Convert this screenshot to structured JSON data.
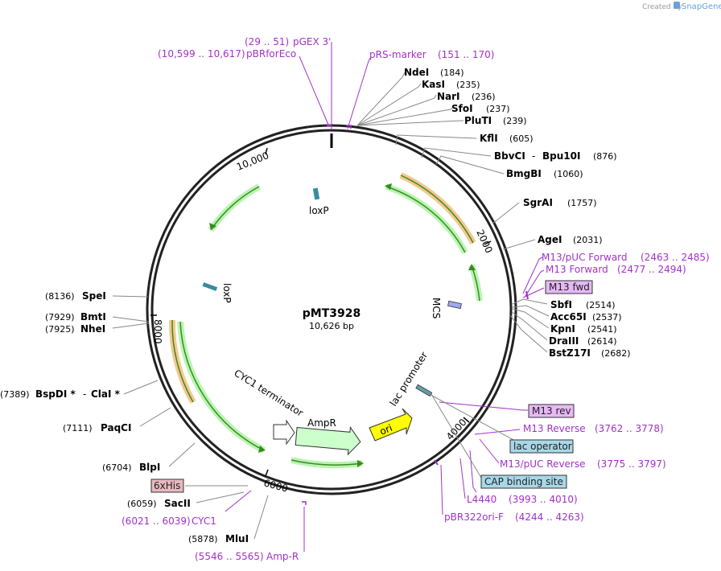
{
  "credit": {
    "prefix": "Created by",
    "brand": "SnapGene"
  },
  "plasmid": {
    "name": "pMT3928",
    "size": "10,626 bp"
  },
  "ticks": [
    "10,000",
    "2000",
    "4000",
    "6000",
    "8000"
  ],
  "enzymes": {
    "ndei": {
      "name": "NdeI",
      "pos": "(184)"
    },
    "kasi": {
      "name": "KasI",
      "pos": "(235)"
    },
    "nari": {
      "name": "NarI",
      "pos": "(236)"
    },
    "sfoi": {
      "name": "SfoI",
      "pos": "(237)"
    },
    "pluti": {
      "name": "PluTI",
      "pos": "(239)"
    },
    "kfli": {
      "name": "KflI",
      "pos": "(605)"
    },
    "bbvci": {
      "name": "BbvCI",
      "sep": "-",
      "name2": "Bpu10I",
      "pos": "(876)"
    },
    "bmgbi": {
      "name": "BmgBI",
      "pos": "(1060)"
    },
    "sgrai": {
      "name": "SgrAI",
      "pos": "(1757)"
    },
    "agei": {
      "name": "AgeI",
      "pos": "(2031)"
    },
    "sbfi": {
      "name": "SbfI",
      "pos": "(2514)"
    },
    "acc65i": {
      "name": "Acc65I",
      "pos": "(2537)"
    },
    "kpni": {
      "name": "KpnI",
      "pos": "(2541)"
    },
    "draiii": {
      "name": "DraIII",
      "pos": "(2614)"
    },
    "bstz17i": {
      "name": "BstZ17I",
      "pos": "(2682)"
    },
    "spei": {
      "name": "SpeI",
      "pos": "(8136)"
    },
    "bmti": {
      "name": "BmtI",
      "pos": "(7929)"
    },
    "nhei": {
      "name": "NheI",
      "pos": "(7925)"
    },
    "bspdi": {
      "name": "BspDI *",
      "sep": "-",
      "name2": "ClaI *",
      "pos": "(7389)"
    },
    "paqci": {
      "name": "PaqCI",
      "pos": "(7111)"
    },
    "blpi": {
      "name": "BlpI",
      "pos": "(6704)"
    },
    "sacii": {
      "name": "SacII",
      "pos": "(6059)"
    },
    "mlui": {
      "name": "MluI",
      "pos": "(5878)"
    }
  },
  "primers": {
    "pgex": {
      "range": "(29 .. 51)",
      "name": "pGEX 3'"
    },
    "pbrforeco": {
      "range": "(10,599 .. 10,617)",
      "name": "pBRforEco"
    },
    "prsmarker": {
      "name": "pRS-marker",
      "range": "(151 .. 170)"
    },
    "m13pucfwd": {
      "name": "M13/pUC Forward",
      "range": "(2463 .. 2485)"
    },
    "m13fwd": {
      "name": "M13 Forward",
      "range": "(2477 .. 2494)"
    },
    "m13rev": {
      "name": "M13 Reverse",
      "range": "(3762 .. 3778)"
    },
    "m13pucrev": {
      "name": "M13/pUC Reverse",
      "range": "(3775 .. 3797)"
    },
    "l4440": {
      "name": "L4440",
      "range": "(3993 .. 4010)"
    },
    "pbr322ori": {
      "name": "pBR322ori-F",
      "range": "(4244 .. 4263)"
    },
    "ampr": {
      "range": "(5546 .. 5565)",
      "name": "Amp-R"
    },
    "cyc1": {
      "range": "(6021 .. 6039)",
      "name": "CYC1"
    }
  },
  "boxes": {
    "m13fwd": "M13 fwd",
    "m13rev": "M13 rev",
    "lacop": "lac operator",
    "cap": "CAP binding site",
    "sixhis": "6xHis"
  },
  "features": {
    "loxp1": "loxP",
    "loxp2": "loxP",
    "mcs": "MCS",
    "lacpromoter": "lac promoter",
    "ori": "ori",
    "ampr": "AmpR",
    "cyc1term": "CYC1 terminator"
  },
  "colors": {
    "primer": "#a331c8",
    "orf_green": "#b8f5b0",
    "orf_orange": "#f5c890",
    "ori_yellow": "#ffff00",
    "box_purple": "#e6b8f5",
    "box_blue": "#a8d8e8",
    "box_pink": "#e8b8c0"
  }
}
